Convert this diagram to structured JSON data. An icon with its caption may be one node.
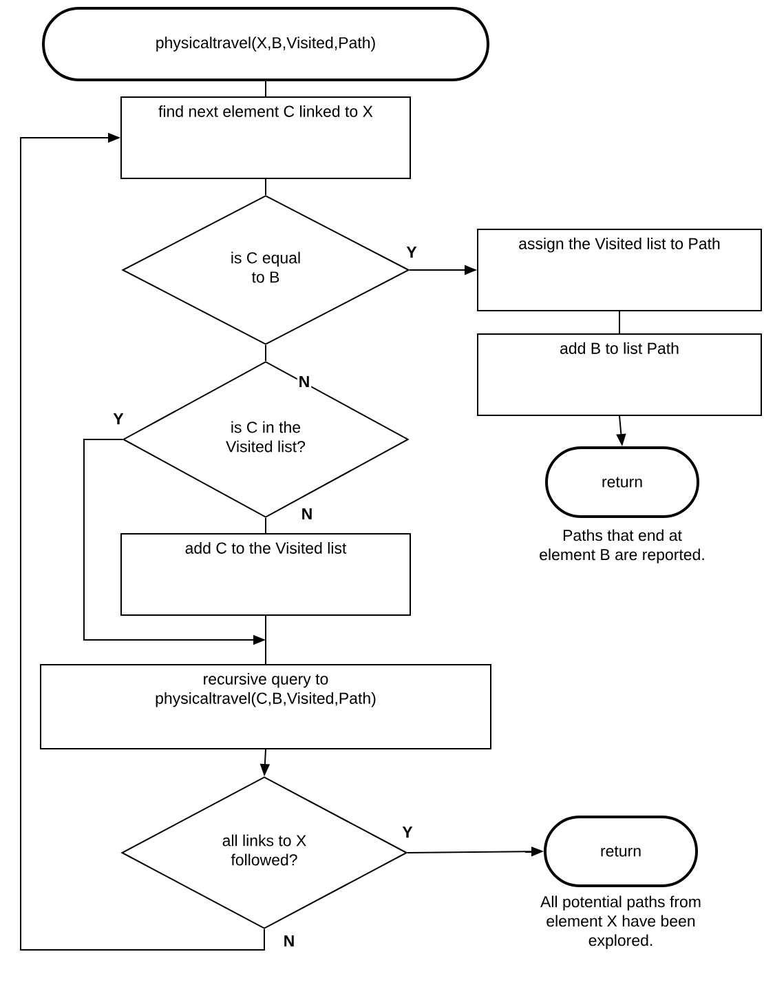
{
  "diagram": {
    "nodes": [
      {
        "text": [
          "physicaltravel(X,B,Visited,Path)"
        ]
      },
      {
        "text": [
          "find next element C linked to X"
        ]
      },
      {
        "text": [
          "is C equal to B"
        ]
      },
      {
        "text": [
          "assign the Visited list to Path"
        ]
      },
      {
        "text": [
          "add B to list Path"
        ]
      },
      {
        "text": [
          "return"
        ],
        "beside": [
          "Paths that end at element B are reported."
        ]
      },
      {
        "text": [
          "is C in the Visited list?"
        ]
      },
      {
        "text": [
          "add C to the Visited list"
        ]
      },
      {
        "text": [
          "recursive query to physicaltravel(C,B,Visited,Path)"
        ]
      },
      {
        "text": [
          "all links to X followed?"
        ]
      },
      {
        "text": [
          "return"
        ],
        "beside": [
          "All potential paths from element X have been explored."
        ]
      }
    ],
    "edges": [
      {
        "from": 0,
        "to": 1,
        "arrow": "none"
      },
      {
        "from": 1,
        "to": 2,
        "arrow": "none"
      },
      {
        "from": 2,
        "to": 3,
        "arrow": "to",
        "label": "Y"
      },
      {
        "from": 2,
        "to": 6,
        "arrow": "none",
        "label": "N"
      },
      {
        "from": 6,
        "to": 8,
        "arrow": "to",
        "label": "Y"
      },
      {
        "from": 6,
        "to": 7,
        "arrow": "none",
        "label": "N"
      },
      {
        "from": 7,
        "to": 8,
        "arrow": "none"
      },
      {
        "from": 3,
        "to": 4,
        "arrow": "none"
      },
      {
        "from": 4,
        "to": 5,
        "arrow": "to"
      },
      {
        "from": 8,
        "to": 9,
        "arrow": "to"
      },
      {
        "from": 9,
        "to": 10,
        "arrow": "to",
        "label": "Y"
      },
      {
        "from": 9,
        "to": 1,
        "arrow": "to",
        "label": "N"
      }
    ]
  }
}
